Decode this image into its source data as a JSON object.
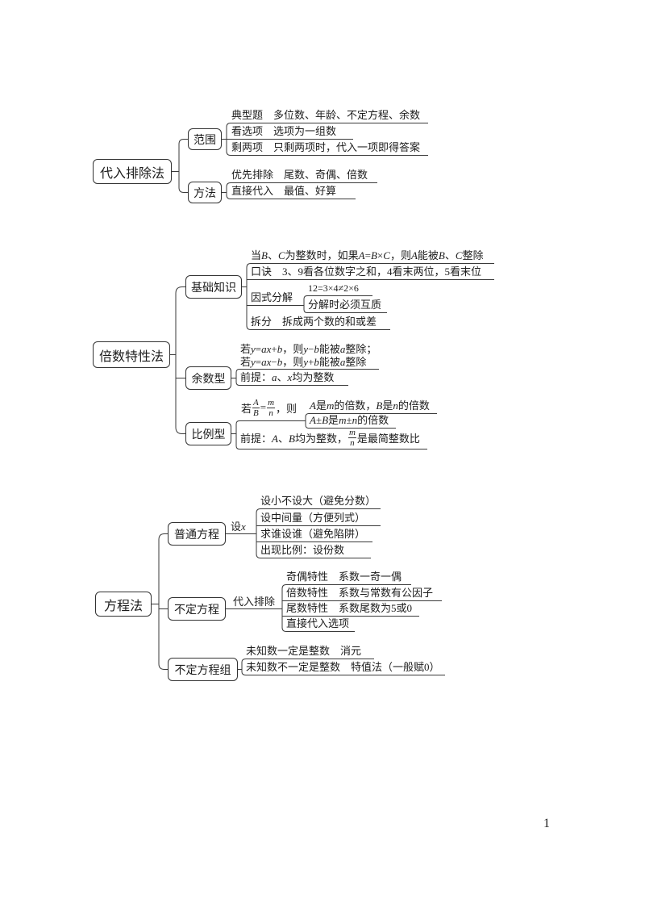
{
  "substitution": {
    "root": "代入排除法",
    "scope": {
      "label": "范围",
      "items": [
        "典型题　多位数、年龄、不定方程、余数",
        "看选项　选项为一组数",
        "剩两项　只剩两项时，代入一项即得答案"
      ]
    },
    "method": {
      "label": "方法",
      "items": [
        "优先排除　尾数、奇偶、倍数",
        "直接代入　最值、好算"
      ]
    }
  },
  "divisibility": {
    "root": "倍数特性法",
    "basics": {
      "label": "基础知识",
      "rule": [
        [
          "当"
        ],
        [
          "B",
          1
        ],
        [
          "、"
        ],
        [
          "C",
          1
        ],
        [
          "为整数时，如果"
        ],
        [
          "A",
          1
        ],
        [
          "="
        ],
        [
          "B",
          1
        ],
        [
          "×"
        ],
        [
          "C",
          1
        ],
        [
          "，则"
        ],
        [
          "A",
          1
        ],
        [
          "能被"
        ],
        [
          "B",
          1
        ],
        [
          "、"
        ],
        [
          "C",
          1
        ],
        [
          "整除"
        ]
      ],
      "mnemonic": "口诀　3、9看各位数字之和，4看末两位，5看末位",
      "factor": {
        "label": "因式分解",
        "example": "12=3×4≠2×6",
        "note": "分解时必须互质"
      },
      "split": "拆分　拆成两个数的和或差"
    },
    "remainder": {
      "label": "余数型",
      "line1": [
        [
          "若"
        ],
        [
          "y",
          1
        ],
        [
          "="
        ],
        [
          "ax",
          1
        ],
        [
          "+"
        ],
        [
          "b",
          1
        ],
        [
          "，则"
        ],
        [
          "y",
          1
        ],
        [
          "−"
        ],
        [
          "b",
          1
        ],
        [
          "能被"
        ],
        [
          "a",
          1
        ],
        [
          "整除；"
        ]
      ],
      "line2": [
        [
          "若"
        ],
        [
          "y",
          1
        ],
        [
          "="
        ],
        [
          "ax",
          1
        ],
        [
          "−"
        ],
        [
          "b",
          1
        ],
        [
          "，则"
        ],
        [
          "y",
          1
        ],
        [
          "+"
        ],
        [
          "b",
          1
        ],
        [
          "能被"
        ],
        [
          "a",
          1
        ],
        [
          "整除"
        ]
      ],
      "premise": [
        [
          "前提："
        ],
        [
          "a",
          1
        ],
        [
          "、"
        ],
        [
          "x",
          1
        ],
        [
          "均为整数"
        ]
      ]
    },
    "ratio": {
      "label": "比例型",
      "condition": {
        "prefix": "若",
        "frac1": {
          "num": "A",
          "den": "B"
        },
        "eq": "=",
        "frac2": {
          "num": "m",
          "den": "n"
        },
        "suffix": "，则"
      },
      "consequences": [
        [
          [
            "A",
            1
          ],
          [
            "是"
          ],
          [
            "m",
            1
          ],
          [
            "的倍数，"
          ],
          [
            "B",
            1
          ],
          [
            "是"
          ],
          [
            "n",
            1
          ],
          [
            "的倍数"
          ]
        ],
        [
          [
            "A",
            1
          ],
          [
            "±"
          ],
          [
            "B",
            1
          ],
          [
            "是"
          ],
          [
            "m",
            1
          ],
          [
            "±"
          ],
          [
            "n",
            1
          ],
          [
            "的倍数"
          ]
        ]
      ],
      "premise": {
        "before": [
          [
            "前提："
          ],
          [
            "A",
            1
          ],
          [
            "、"
          ],
          [
            "B",
            1
          ],
          [
            "均为整数，"
          ]
        ],
        "frac": {
          "num": "m",
          "den": "n"
        },
        "after": "是最简整数比"
      }
    }
  },
  "equation": {
    "root": "方程法",
    "ordinary": {
      "label": "普通方程",
      "set_var": [
        [
          "设"
        ],
        [
          "x",
          1
        ]
      ],
      "items": [
        "设小不设大（避免分数）",
        "设中间量（方便列式）",
        "求谁设谁（避免陷阱）",
        "出现比例：设份数"
      ]
    },
    "indeterminate": {
      "label": "不定方程",
      "method": "代入排除",
      "items": [
        "奇偶特性　系数一奇一偶",
        "倍数特性　系数与常数有公因子",
        "尾数特性　系数尾数为5或0",
        "直接代入选项"
      ]
    },
    "system": {
      "label": "不定方程组",
      "items": [
        "未知数一定是整数　消元",
        "未知数不一定是整数　特值法（一般赋0）"
      ]
    }
  },
  "page_number": "1"
}
